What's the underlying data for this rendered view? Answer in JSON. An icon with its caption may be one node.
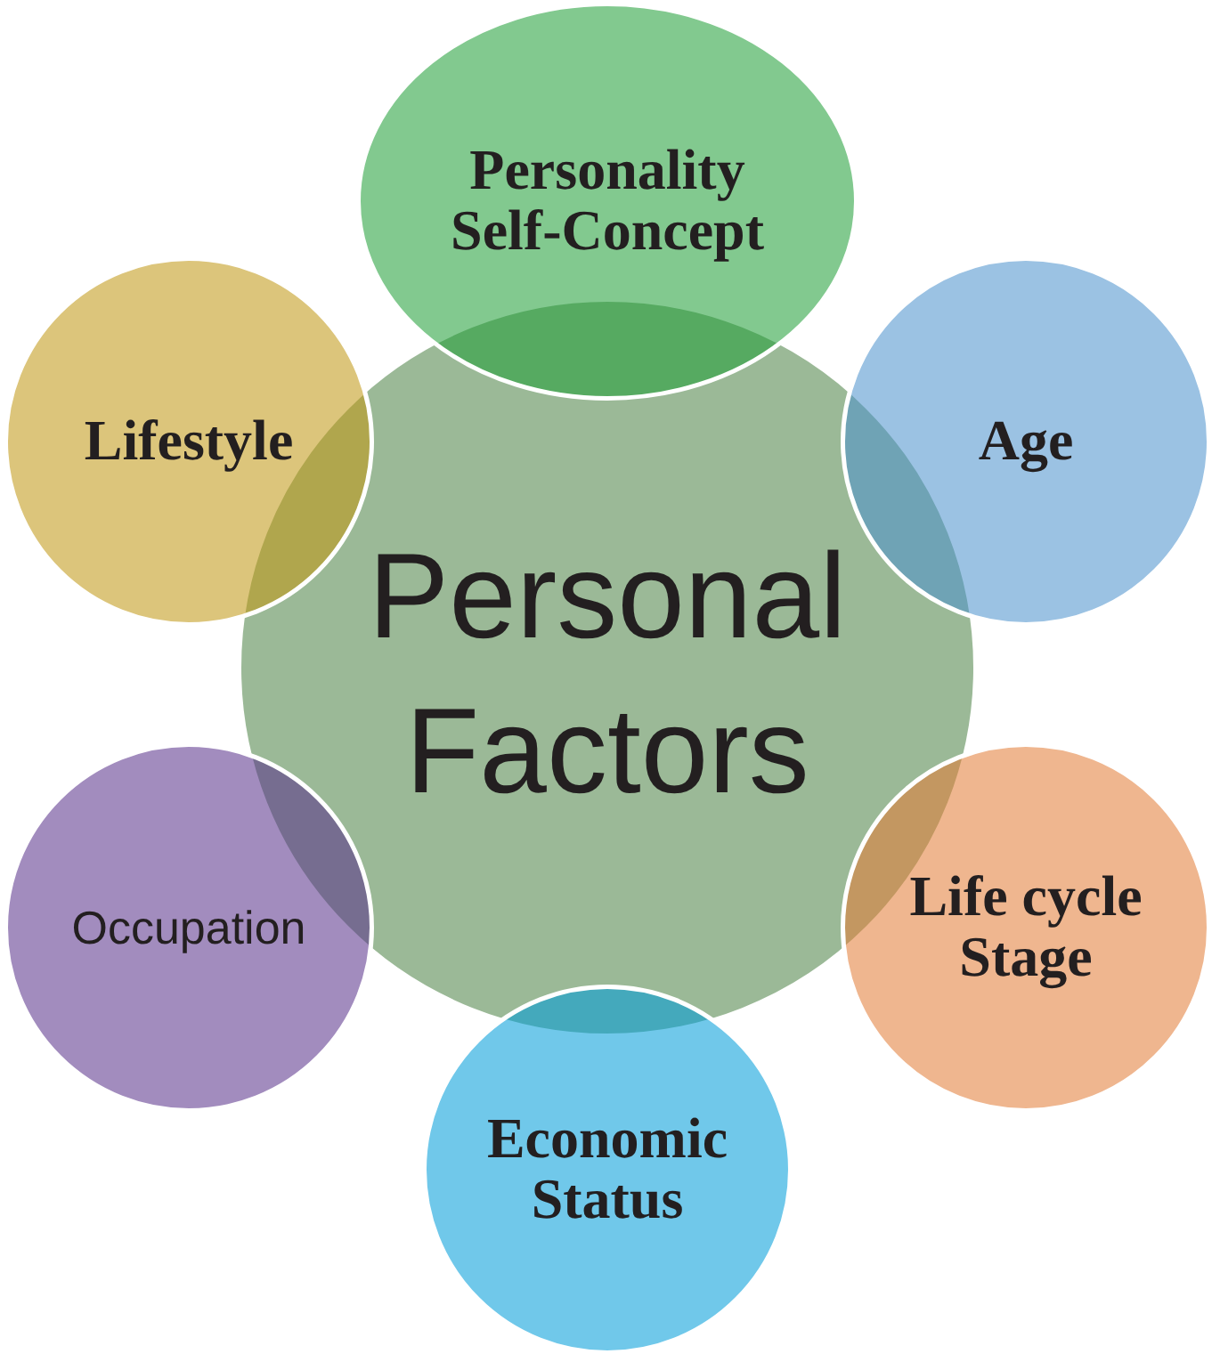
{
  "diagram": {
    "nodes": [
      {
        "text": [
          "Personal Factors"
        ]
      },
      {
        "text": [
          "Personality Self-Concept"
        ]
      },
      {
        "text": [
          "Age"
        ]
      },
      {
        "text": [
          "Life cycle Stage"
        ]
      },
      {
        "text": [
          "Economic Status"
        ]
      },
      {
        "text": [
          "Occupation"
        ]
      },
      {
        "text": [
          "Lifestyle"
        ]
      }
    ]
  }
}
